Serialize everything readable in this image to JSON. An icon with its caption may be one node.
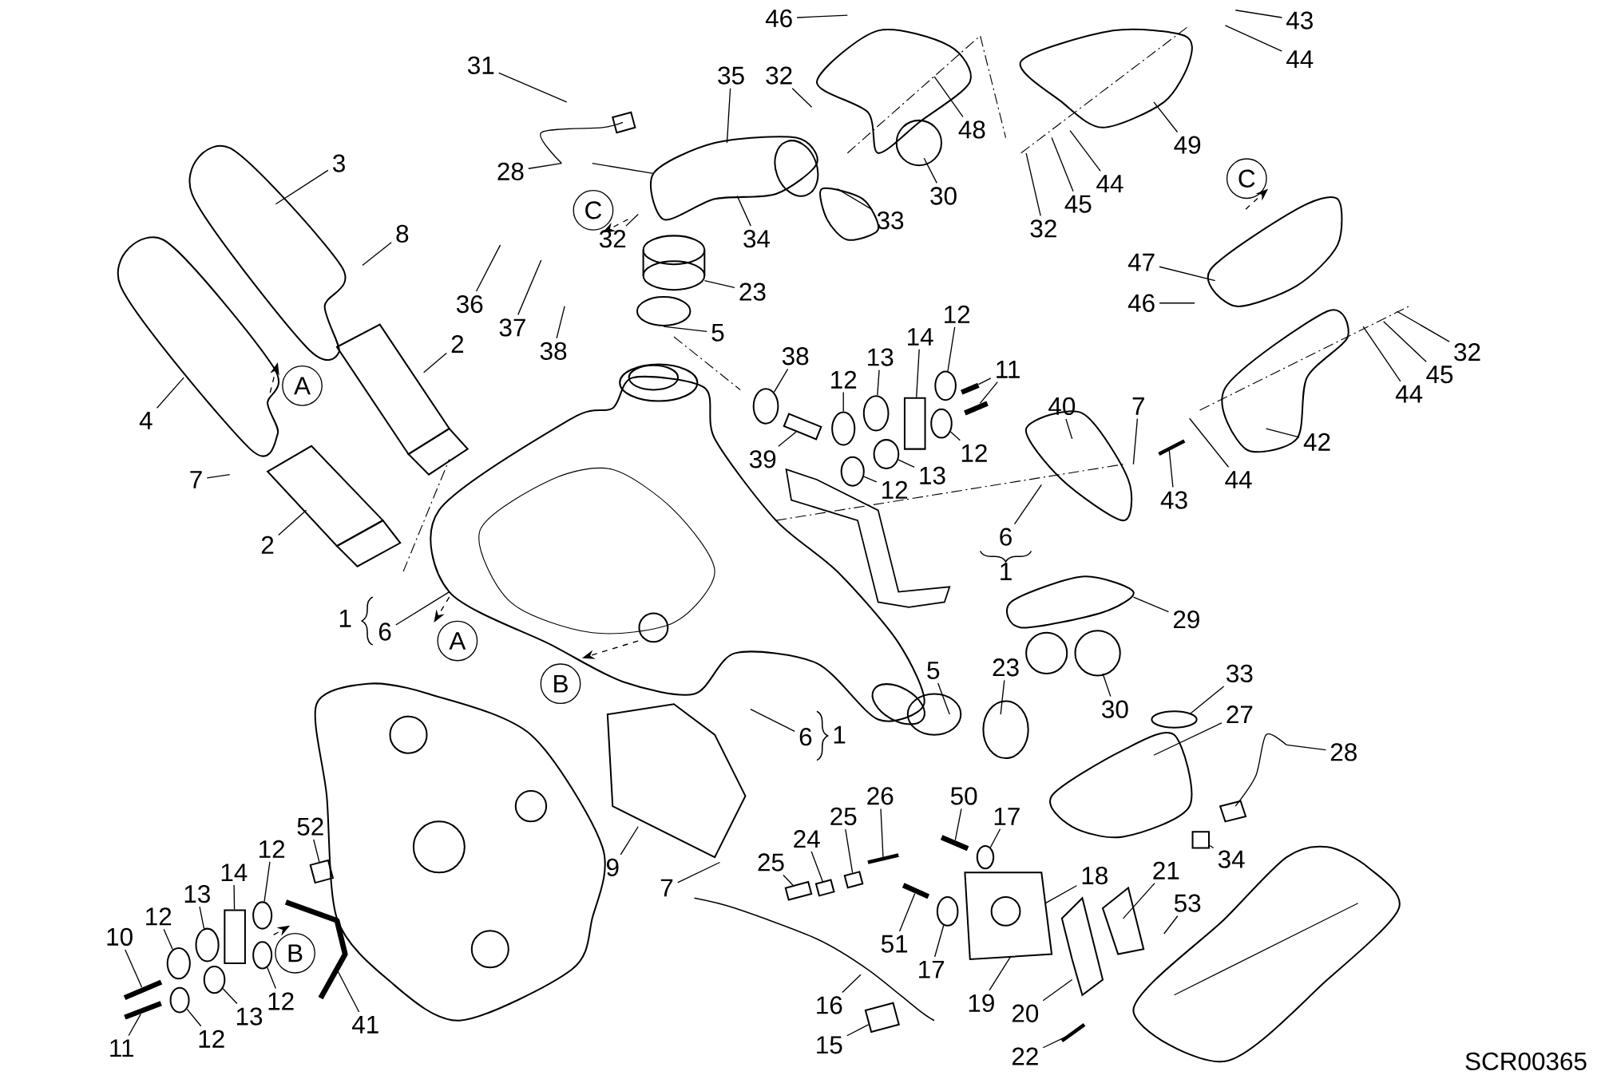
{
  "diagram": {
    "nodes": [
      {
        "text": [
          "31"
        ]
      },
      {
        "text": [
          "35"
        ]
      },
      {
        "text": [
          "46"
        ]
      },
      {
        "text": [
          "32"
        ]
      },
      {
        "text": [
          "48"
        ]
      },
      {
        "text": [
          "43"
        ]
      },
      {
        "text": [
          "44"
        ]
      },
      {
        "text": [
          "49"
        ]
      },
      {
        "text": [
          "3"
        ]
      },
      {
        "text": [
          "8"
        ]
      },
      {
        "text": [
          "28"
        ]
      },
      {
        "text": [
          "30"
        ]
      },
      {
        "text": [
          "44"
        ]
      },
      {
        "text": [
          "45"
        ]
      },
      {
        "text": [
          "32"
        ]
      },
      {
        "text": [
          "33"
        ]
      },
      {
        "text": [
          "34"
        ]
      },
      {
        "text": [
          "32"
        ]
      },
      {
        "text": [
          "23"
        ]
      },
      {
        "text": [
          "36"
        ]
      },
      {
        "text": [
          "37"
        ]
      },
      {
        "text": [
          "38"
        ]
      },
      {
        "text": [
          "5"
        ]
      },
      {
        "text": [
          "47"
        ]
      },
      {
        "text": [
          "46"
        ]
      },
      {
        "text": [
          "32"
        ]
      },
      {
        "text": [
          "2"
        ]
      },
      {
        "text": [
          "38"
        ]
      },
      {
        "text": [
          "12"
        ]
      },
      {
        "text": [
          "13"
        ]
      },
      {
        "text": [
          "14"
        ]
      },
      {
        "text": [
          "12"
        ]
      },
      {
        "text": [
          "11"
        ]
      },
      {
        "text": [
          "4"
        ]
      },
      {
        "text": [
          "7"
        ]
      },
      {
        "text": [
          "39"
        ]
      },
      {
        "text": [
          "12"
        ]
      },
      {
        "text": [
          "13"
        ]
      },
      {
        "text": [
          "12"
        ]
      },
      {
        "text": [
          "40"
        ]
      },
      {
        "text": [
          "7"
        ]
      },
      {
        "text": [
          "44"
        ]
      },
      {
        "text": [
          "45"
        ]
      },
      {
        "text": [
          "42"
        ]
      },
      {
        "text": [
          "43"
        ]
      },
      {
        "text": [
          "44"
        ]
      },
      {
        "text": [
          "2"
        ]
      },
      {
        "text": [
          "6"
        ]
      },
      {
        "text": [
          "6"
        ]
      },
      {
        "text": [
          "29"
        ]
      },
      {
        "text": [
          "5"
        ]
      },
      {
        "text": [
          "23"
        ]
      },
      {
        "text": [
          "30"
        ]
      },
      {
        "text": [
          "33"
        ]
      },
      {
        "text": [
          "27"
        ]
      },
      {
        "text": [
          "28"
        ]
      },
      {
        "text": [
          "6"
        ]
      },
      {
        "text": [
          "9"
        ]
      },
      {
        "text": [
          "7"
        ]
      },
      {
        "text": [
          "26"
        ]
      },
      {
        "text": [
          "25"
        ]
      },
      {
        "text": [
          "24"
        ]
      },
      {
        "text": [
          "25"
        ]
      },
      {
        "text": [
          "50"
        ]
      },
      {
        "text": [
          "17"
        ]
      },
      {
        "text": [
          "18"
        ]
      },
      {
        "text": [
          "21"
        ]
      },
      {
        "text": [
          "34"
        ]
      },
      {
        "text": [
          "53"
        ]
      },
      {
        "text": [
          "52"
        ]
      },
      {
        "text": [
          "12"
        ]
      },
      {
        "text": [
          "14"
        ]
      },
      {
        "text": [
          "13"
        ]
      },
      {
        "text": [
          "12"
        ]
      },
      {
        "text": [
          "10"
        ]
      },
      {
        "text": [
          "12"
        ]
      },
      {
        "text": [
          "13"
        ]
      },
      {
        "text": [
          "12"
        ]
      },
      {
        "text": [
          "11"
        ]
      },
      {
        "text": [
          "41"
        ]
      },
      {
        "text": [
          "16"
        ]
      },
      {
        "text": [
          "15"
        ]
      },
      {
        "text": [
          "51"
        ]
      },
      {
        "text": [
          "17"
        ]
      },
      {
        "text": [
          "19"
        ]
      },
      {
        "text": [
          "20"
        ]
      },
      {
        "text": [
          "22"
        ]
      },
      {
        "text": [],
        "shape": "circle"
      },
      {
        "text": [],
        "shape": "box"
      },
      {
        "text": [],
        "shape": "circle"
      },
      {
        "text": [],
        "shape": "circle"
      },
      {
        "text": [],
        "shape": "box"
      },
      {
        "text": [],
        "shape": "circle"
      },
      {
        "text": [],
        "shape": "bar"
      },
      {
        "text": [],
        "shape": "bar"
      },
      {
        "text": [],
        "shape": "circle"
      },
      {
        "text": [],
        "shape": "circle"
      },
      {
        "text": [],
        "shape": "circle"
      },
      {
        "text": [],
        "shape": "box"
      },
      {
        "text": [],
        "shape": "box"
      },
      {
        "text": [],
        "shape": "box"
      },
      {
        "text": [],
        "shape": "bar"
      },
      {
        "text": [],
        "shape": "circle"
      },
      {
        "text": [],
        "shape": "box"
      },
      {
        "text": [],
        "shape": "box"
      },
      {
        "text": [],
        "shape": "circle"
      },
      {
        "text": [],
        "shape": "box"
      },
      {
        "text": [],
        "shape": "circle"
      },
      {
        "text": [],
        "shape": "circle"
      },
      {
        "text": [],
        "shape": "bar"
      },
      {
        "text": [],
        "shape": "circle"
      },
      {
        "text": [],
        "shape": "circle"
      },
      {
        "text": [],
        "shape": "circle"
      },
      {
        "text": [],
        "shape": "bar"
      },
      {
        "text": [],
        "shape": "box"
      },
      {
        "text": [],
        "shape": "bar"
      },
      {
        "text": [],
        "shape": "circle"
      }
    ],
    "edges": [
      {
        "from": 0,
        "to": null,
        "arrow": "none"
      },
      {
        "from": 1,
        "to": null,
        "arrow": "none"
      },
      {
        "from": 2,
        "to": null,
        "arrow": "none"
      },
      {
        "from": 3,
        "to": null,
        "arrow": "none"
      },
      {
        "from": 4,
        "to": null,
        "arrow": "none"
      },
      {
        "from": 5,
        "to": null,
        "arrow": "none"
      },
      {
        "from": 6,
        "to": null,
        "arrow": "none"
      },
      {
        "from": 7,
        "to": null,
        "arrow": "none"
      },
      {
        "from": 8,
        "to": null,
        "arrow": "none"
      },
      {
        "from": 9,
        "to": null,
        "arrow": "none"
      },
      {
        "from": 10,
        "to": null,
        "arrow": "none"
      },
      {
        "from": 11,
        "to": null,
        "arrow": "none"
      },
      {
        "from": 12,
        "to": null,
        "arrow": "none"
      },
      {
        "from": 13,
        "to": null,
        "arrow": "none"
      },
      {
        "from": 14,
        "to": null,
        "arrow": "none"
      },
      {
        "from": 15,
        "to": null,
        "arrow": "none"
      },
      {
        "from": 16,
        "to": null,
        "arrow": "none"
      },
      {
        "from": 17,
        "to": null,
        "arrow": "none"
      },
      {
        "from": 18,
        "to": null,
        "arrow": "none"
      },
      {
        "from": 19,
        "to": null,
        "arrow": "none"
      },
      {
        "from": 20,
        "to": null,
        "arrow": "none"
      },
      {
        "from": 21,
        "to": null,
        "arrow": "none"
      },
      {
        "from": 22,
        "to": null,
        "arrow": "none"
      },
      {
        "from": 23,
        "to": null,
        "arrow": "none"
      },
      {
        "from": 24,
        "to": null,
        "arrow": "none"
      },
      {
        "from": 25,
        "to": null,
        "arrow": "none"
      },
      {
        "from": 26,
        "to": null,
        "arrow": "none"
      },
      {
        "from": 27,
        "to": 87,
        "arrow": "none"
      },
      {
        "from": 28,
        "to": 89,
        "arrow": "none"
      },
      {
        "from": 29,
        "to": 90,
        "arrow": "none"
      },
      {
        "from": 30,
        "to": 91,
        "arrow": "none"
      },
      {
        "from": 31,
        "to": 92,
        "arrow": "none"
      },
      {
        "from": 32,
        "to": 93,
        "arrow": "none"
      },
      {
        "from": 32,
        "to": 94,
        "arrow": "none"
      },
      {
        "from": 33,
        "to": null,
        "arrow": "none"
      },
      {
        "from": 34,
        "to": null,
        "arrow": "none"
      },
      {
        "from": 35,
        "to": 88,
        "arrow": "none"
      },
      {
        "from": 36,
        "to": 95,
        "arrow": "none"
      },
      {
        "from": 37,
        "to": 96,
        "arrow": "none"
      },
      {
        "from": 38,
        "to": 97,
        "arrow": "none"
      },
      {
        "from": 39,
        "to": null,
        "arrow": "none"
      },
      {
        "from": 40,
        "to": null,
        "arrow": "none"
      },
      {
        "from": 41,
        "to": null,
        "arrow": "none"
      },
      {
        "from": 42,
        "to": null,
        "arrow": "none"
      },
      {
        "from": 43,
        "to": null,
        "arrow": "none"
      },
      {
        "from": 44,
        "to": null,
        "arrow": "none"
      },
      {
        "from": 45,
        "to": null,
        "arrow": "none"
      },
      {
        "from": 46,
        "to": null,
        "arrow": "none"
      },
      {
        "from": 47,
        "to": null,
        "arrow": "none"
      },
      {
        "from": 48,
        "to": null,
        "arrow": "none"
      },
      {
        "from": 49,
        "to": null,
        "arrow": "none"
      },
      {
        "from": 50,
        "to": null,
        "arrow": "none"
      },
      {
        "from": 51,
        "to": null,
        "arrow": "none"
      },
      {
        "from": 52,
        "to": null,
        "arrow": "none"
      },
      {
        "from": 53,
        "to": null,
        "arrow": "none"
      },
      {
        "from": 54,
        "to": null,
        "arrow": "none"
      },
      {
        "from": 55,
        "to": null,
        "arrow": "none"
      },
      {
        "from": 56,
        "to": null,
        "arrow": "none"
      },
      {
        "from": 57,
        "to": null,
        "arrow": "none"
      },
      {
        "from": 58,
        "to": null,
        "arrow": "none"
      },
      {
        "from": 59,
        "to": null,
        "arrow": "none"
      },
      {
        "from": 60,
        "to": 98,
        "arrow": "none"
      },
      {
        "from": 61,
        "to": 99,
        "arrow": "none"
      },
      {
        "from": 62,
        "to": 100,
        "arrow": "none"
      },
      {
        "from": 63,
        "to": 101,
        "arrow": "none"
      },
      {
        "from": 64,
        "to": 102,
        "arrow": "none"
      },
      {
        "from": 65,
        "to": null,
        "arrow": "none"
      },
      {
        "from": 66,
        "to": null,
        "arrow": "none"
      },
      {
        "from": 67,
        "to": 103,
        "arrow": "none"
      },
      {
        "from": 68,
        "to": null,
        "arrow": "none"
      },
      {
        "from": 69,
        "to": 104,
        "arrow": "none"
      },
      {
        "from": 70,
        "to": 105,
        "arrow": "none"
      },
      {
        "from": 71,
        "to": 106,
        "arrow": "none"
      },
      {
        "from": 72,
        "to": 107,
        "arrow": "none"
      },
      {
        "from": 73,
        "to": 108,
        "arrow": "none"
      },
      {
        "from": 74,
        "to": 109,
        "arrow": "none"
      },
      {
        "from": 75,
        "to": 110,
        "arrow": "none"
      },
      {
        "from": 76,
        "to": 111,
        "arrow": "none"
      },
      {
        "from": 77,
        "to": 112,
        "arrow": "none"
      },
      {
        "from": 78,
        "to": 113,
        "arrow": "none"
      },
      {
        "from": 79,
        "to": null,
        "arrow": "none"
      },
      {
        "from": 80,
        "to": null,
        "arrow": "none"
      },
      {
        "from": 81,
        "to": 114,
        "arrow": "none"
      },
      {
        "from": 82,
        "to": 115,
        "arrow": "none"
      },
      {
        "from": 83,
        "to": 116,
        "arrow": "none"
      },
      {
        "from": 84,
        "to": null,
        "arrow": "none"
      },
      {
        "from": 85,
        "to": null,
        "arrow": "none"
      },
      {
        "from": 86,
        "to": null,
        "arrow": "none"
      }
    ],
    "labels": [
      "C",
      "C",
      "A",
      "1",
      "1",
      "A",
      "B",
      "1",
      "B",
      "SCR00365"
    ]
  }
}
